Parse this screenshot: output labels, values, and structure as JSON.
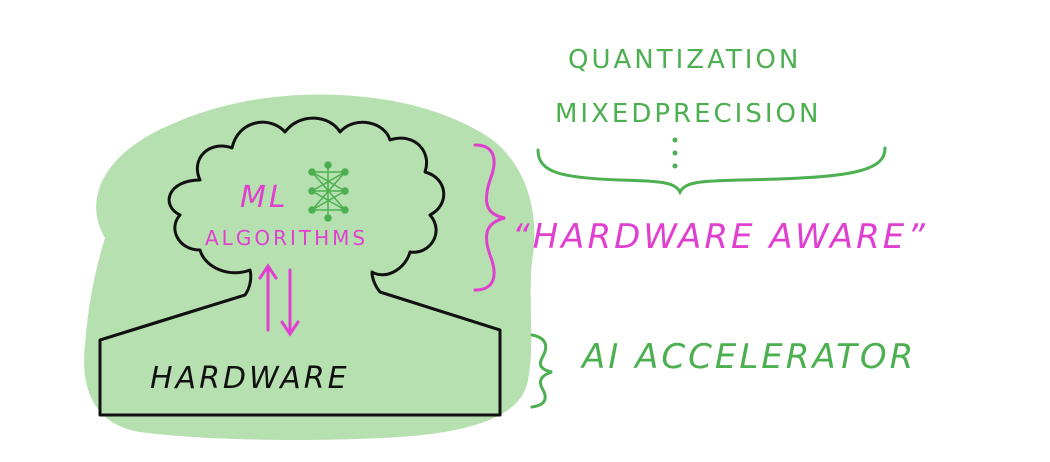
{
  "labels": {
    "ml": "ML",
    "algorithms": "ALGORITHMS",
    "hardware": "HARDWARE",
    "quantization": "QUANTIZATION",
    "mixed_precision": "MIXEDPRECISION",
    "hardware_aware": "“HARDWARE AWARE”",
    "ai_accelerator": "AI ACCELERATOR"
  },
  "colors": {
    "blob_fill": "#b7e0b0",
    "green_text": "#4caf50",
    "magenta": "#e040d0",
    "outline": "#111111"
  }
}
